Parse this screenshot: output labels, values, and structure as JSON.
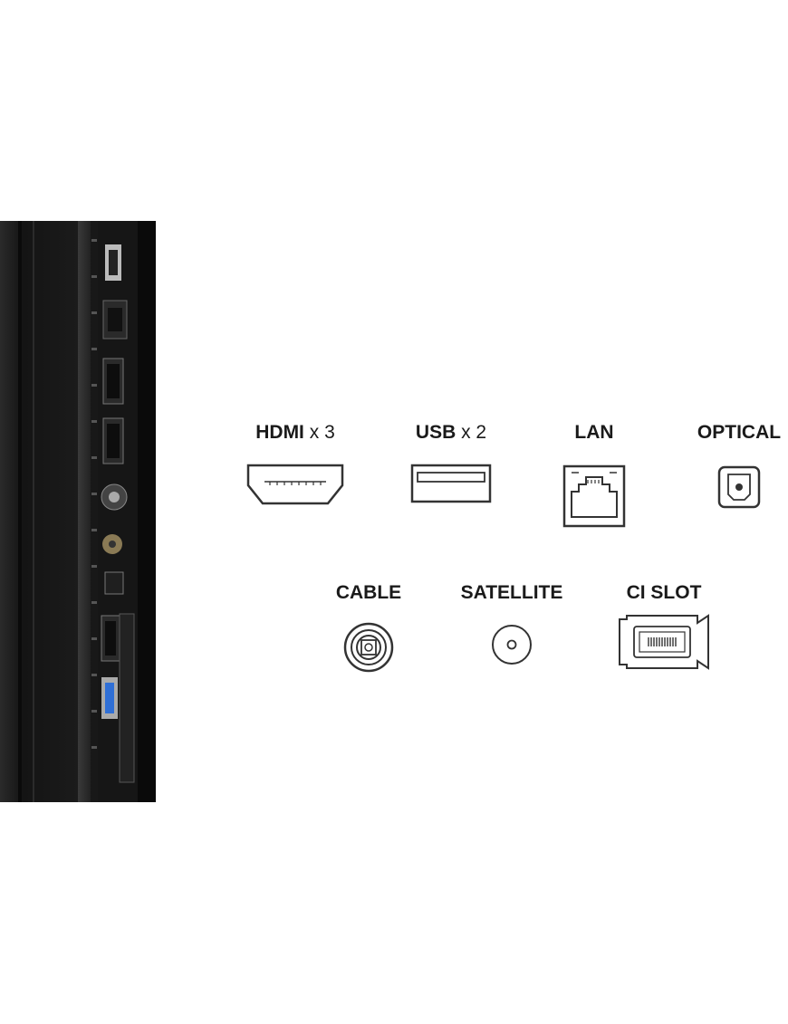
{
  "ports_row1": [
    {
      "name": "HDMI",
      "mult": "x 3",
      "icon": "hdmi-port-icon"
    },
    {
      "name": "USB",
      "mult": "x 2",
      "icon": "usb-port-icon"
    },
    {
      "name": "LAN",
      "mult": "",
      "icon": "lan-port-icon"
    },
    {
      "name": "OPTICAL",
      "mult": "",
      "icon": "optical-port-icon"
    }
  ],
  "ports_row2": [
    {
      "name": "CABLE",
      "icon": "cable-port-icon"
    },
    {
      "name": "SATELLITE",
      "icon": "satellite-port-icon"
    },
    {
      "name": "CI SLOT",
      "icon": "ci-slot-icon"
    }
  ],
  "colors": {
    "panel": "#1c1c1c",
    "usb_accent": "#2f6fd6",
    "icon_stroke": "#333333"
  }
}
